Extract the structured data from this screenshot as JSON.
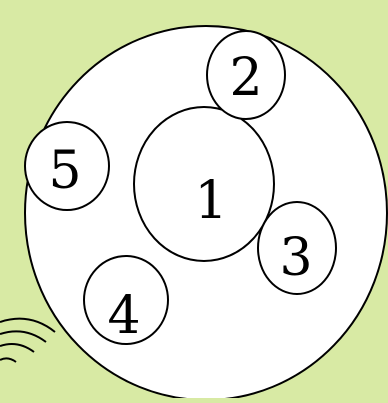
{
  "colors": {
    "background": "#d8eaa4",
    "circle_fill": "#ffffff",
    "stroke": "#000000"
  },
  "circles": [
    {
      "label": "1"
    },
    {
      "label": "2"
    },
    {
      "label": "3"
    },
    {
      "label": "4"
    },
    {
      "label": "5"
    }
  ]
}
